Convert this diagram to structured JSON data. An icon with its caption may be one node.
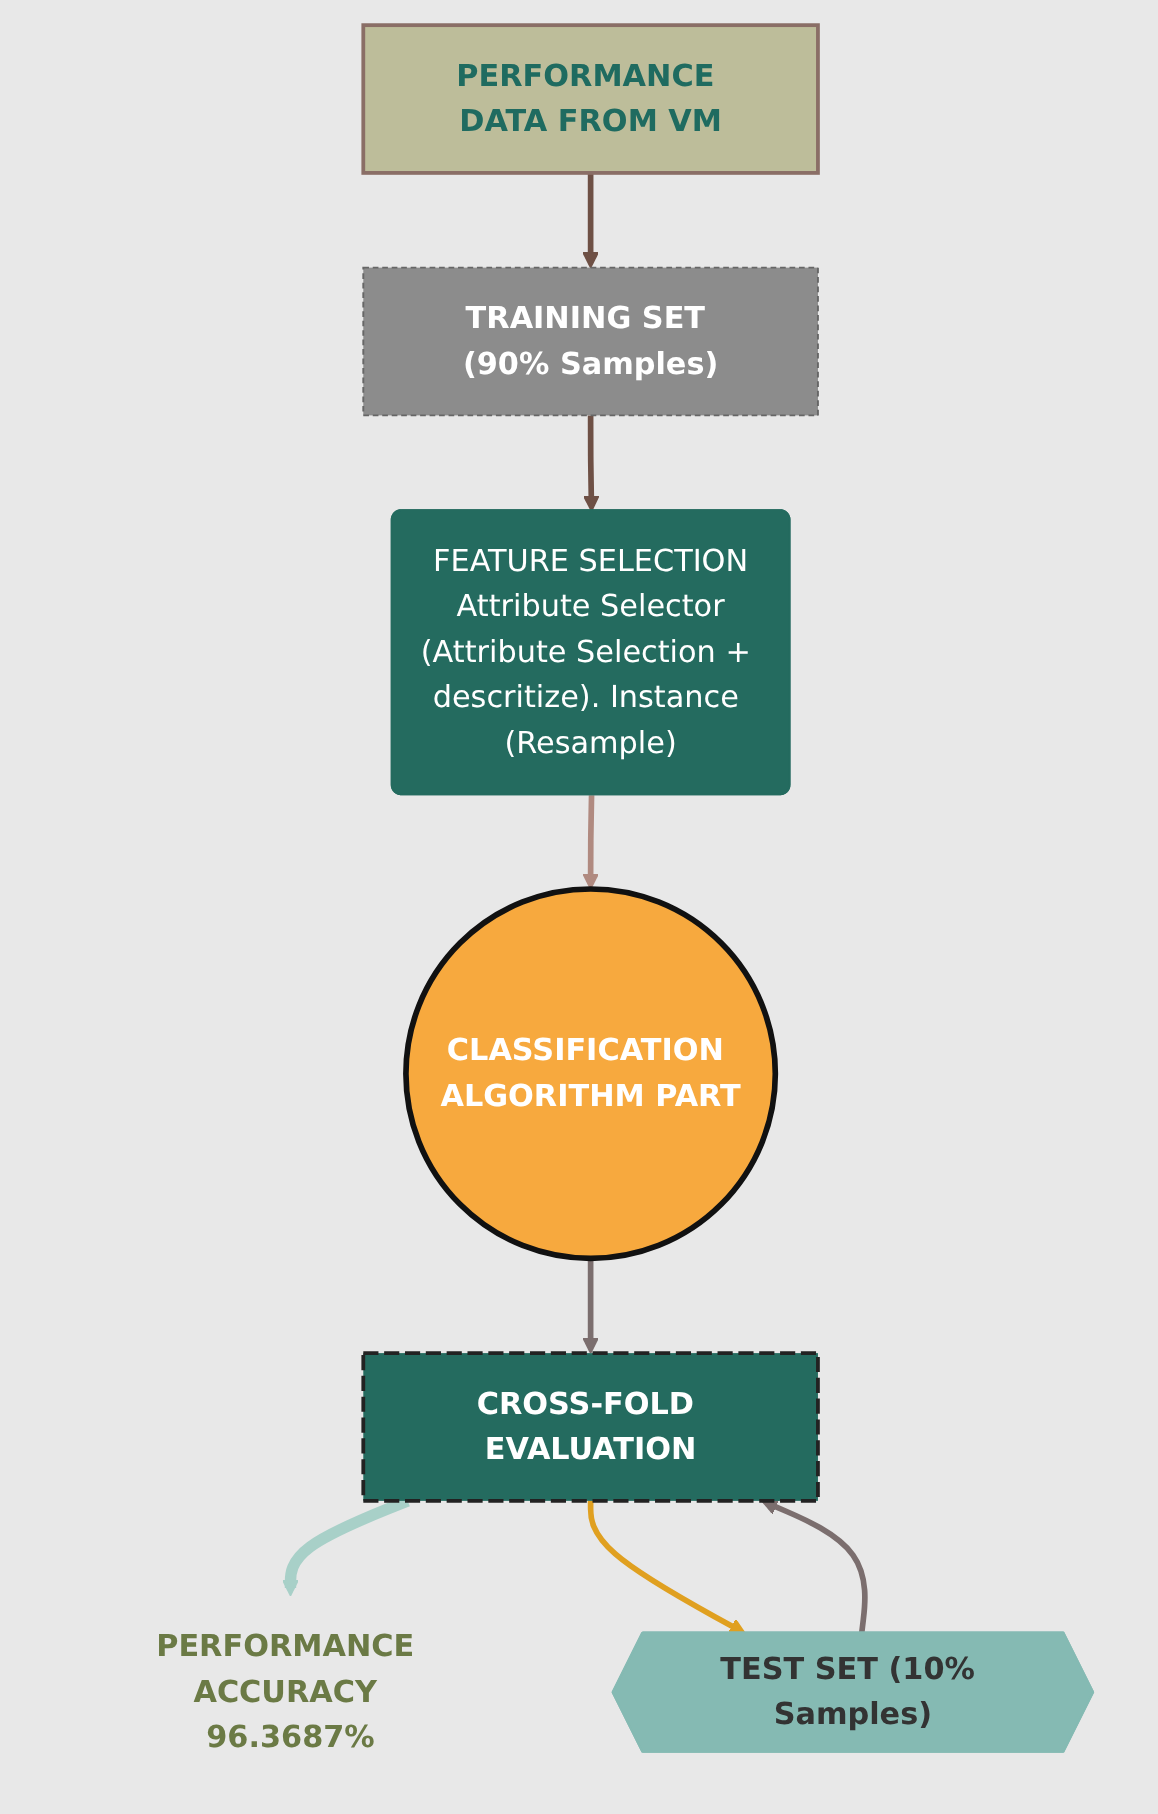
{
  "diagram": {
    "nodes": [
      {
        "text": [
          "PERFORMANCE DATA FROM VM"
        ]
      },
      {
        "text": [
          "PERFORMANCE ACCURACY 96.3687%"
        ]
      },
      {
        "text": [
          "CROSS-FOLD EVALUATION"
        ]
      },
      {
        "text": [
          "TRAINING SET (90% Samples)"
        ]
      },
      {
        "text": [
          "CLASSIFICATION ALGORITHM PART"
        ]
      },
      {
        "text": [
          "FEATURE SELECTION",
          "Attribute Selector",
          "(Attribute Selection + descritize). Instance (Resample)"
        ]
      },
      {
        "text": [
          "TEST SET (10% Samples)"
        ]
      }
    ],
    "edges": [
      {
        "from": 0,
        "to": 3,
        "arrow": "to",
        "color": "#6e5045"
      },
      {
        "from": 2,
        "to": 1,
        "arrow": "to",
        "style": "thick",
        "color": "#a8d0c8"
      },
      {
        "from": 3,
        "to": 5,
        "arrow": "to",
        "color": "#6e5045"
      },
      {
        "from": 5,
        "to": 4,
        "arrow": "to",
        "color": "#b08a80"
      },
      {
        "from": 4,
        "to": 2,
        "arrow": "to"
      },
      {
        "from": 6,
        "to": 2,
        "arrow": "to"
      },
      {
        "from": 2,
        "to": 6,
        "arrow": "to",
        "color": "#e0a020"
      }
    ]
  }
}
